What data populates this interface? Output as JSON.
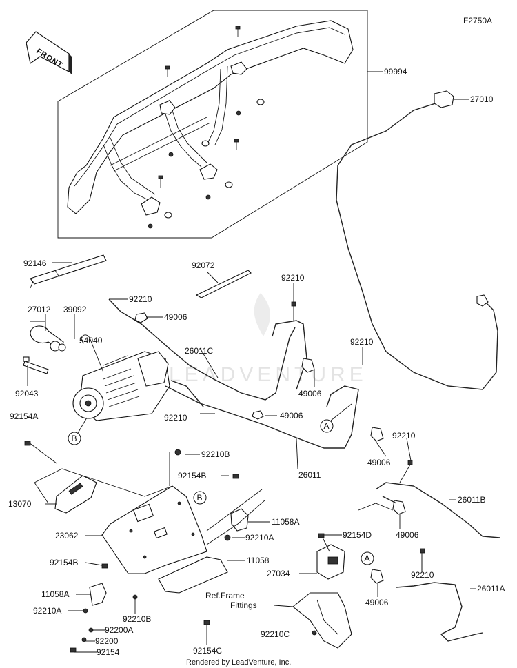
{
  "diagram_id": "F2750A",
  "front_label": "FRONT",
  "watermark": "LEADVENTURE",
  "credit": "Rendered by LeadVenture, Inc.",
  "ref_note": [
    "Ref.Frame",
    "Fittings"
  ],
  "callouts": [
    "A",
    "B"
  ],
  "labels": {
    "p99994": "99994",
    "p27010": "27010",
    "p92146": "92146",
    "p92072": "92072",
    "p92210_a": "92210",
    "p27012": "27012",
    "p39092": "39092",
    "p92210_b": "92210",
    "p49006_a": "49006",
    "p54040": "54040",
    "p26011C": "26011C",
    "p92210_c": "92210",
    "p92043": "92043",
    "p49006_b": "49006",
    "p92154A": "92154A",
    "p92210_d": "92210",
    "p49006_c": "49006",
    "p49006_d": "49006",
    "p92210B_a": "92210B",
    "p26011": "26011",
    "p92154B_a": "92154B",
    "p92210_e": "92210",
    "p13070": "13070",
    "p26011B": "26011B",
    "p11058A_a": "11058A",
    "p23062": "23062",
    "p92210A_a": "92210A",
    "p49006_e": "49006",
    "p92154D": "92154D",
    "p92154B_b": "92154B",
    "p11058": "11058",
    "p27034": "27034",
    "p92210_f": "92210",
    "p11058A_b": "11058A",
    "p26011A": "26011A",
    "p49006_f": "49006",
    "p92210A_b": "92210A",
    "p92210B_b": "92210B",
    "p92200A": "92200A",
    "p92200": "92200",
    "p92210C": "92210C",
    "p92154": "92154",
    "p92154C": "92154C"
  }
}
